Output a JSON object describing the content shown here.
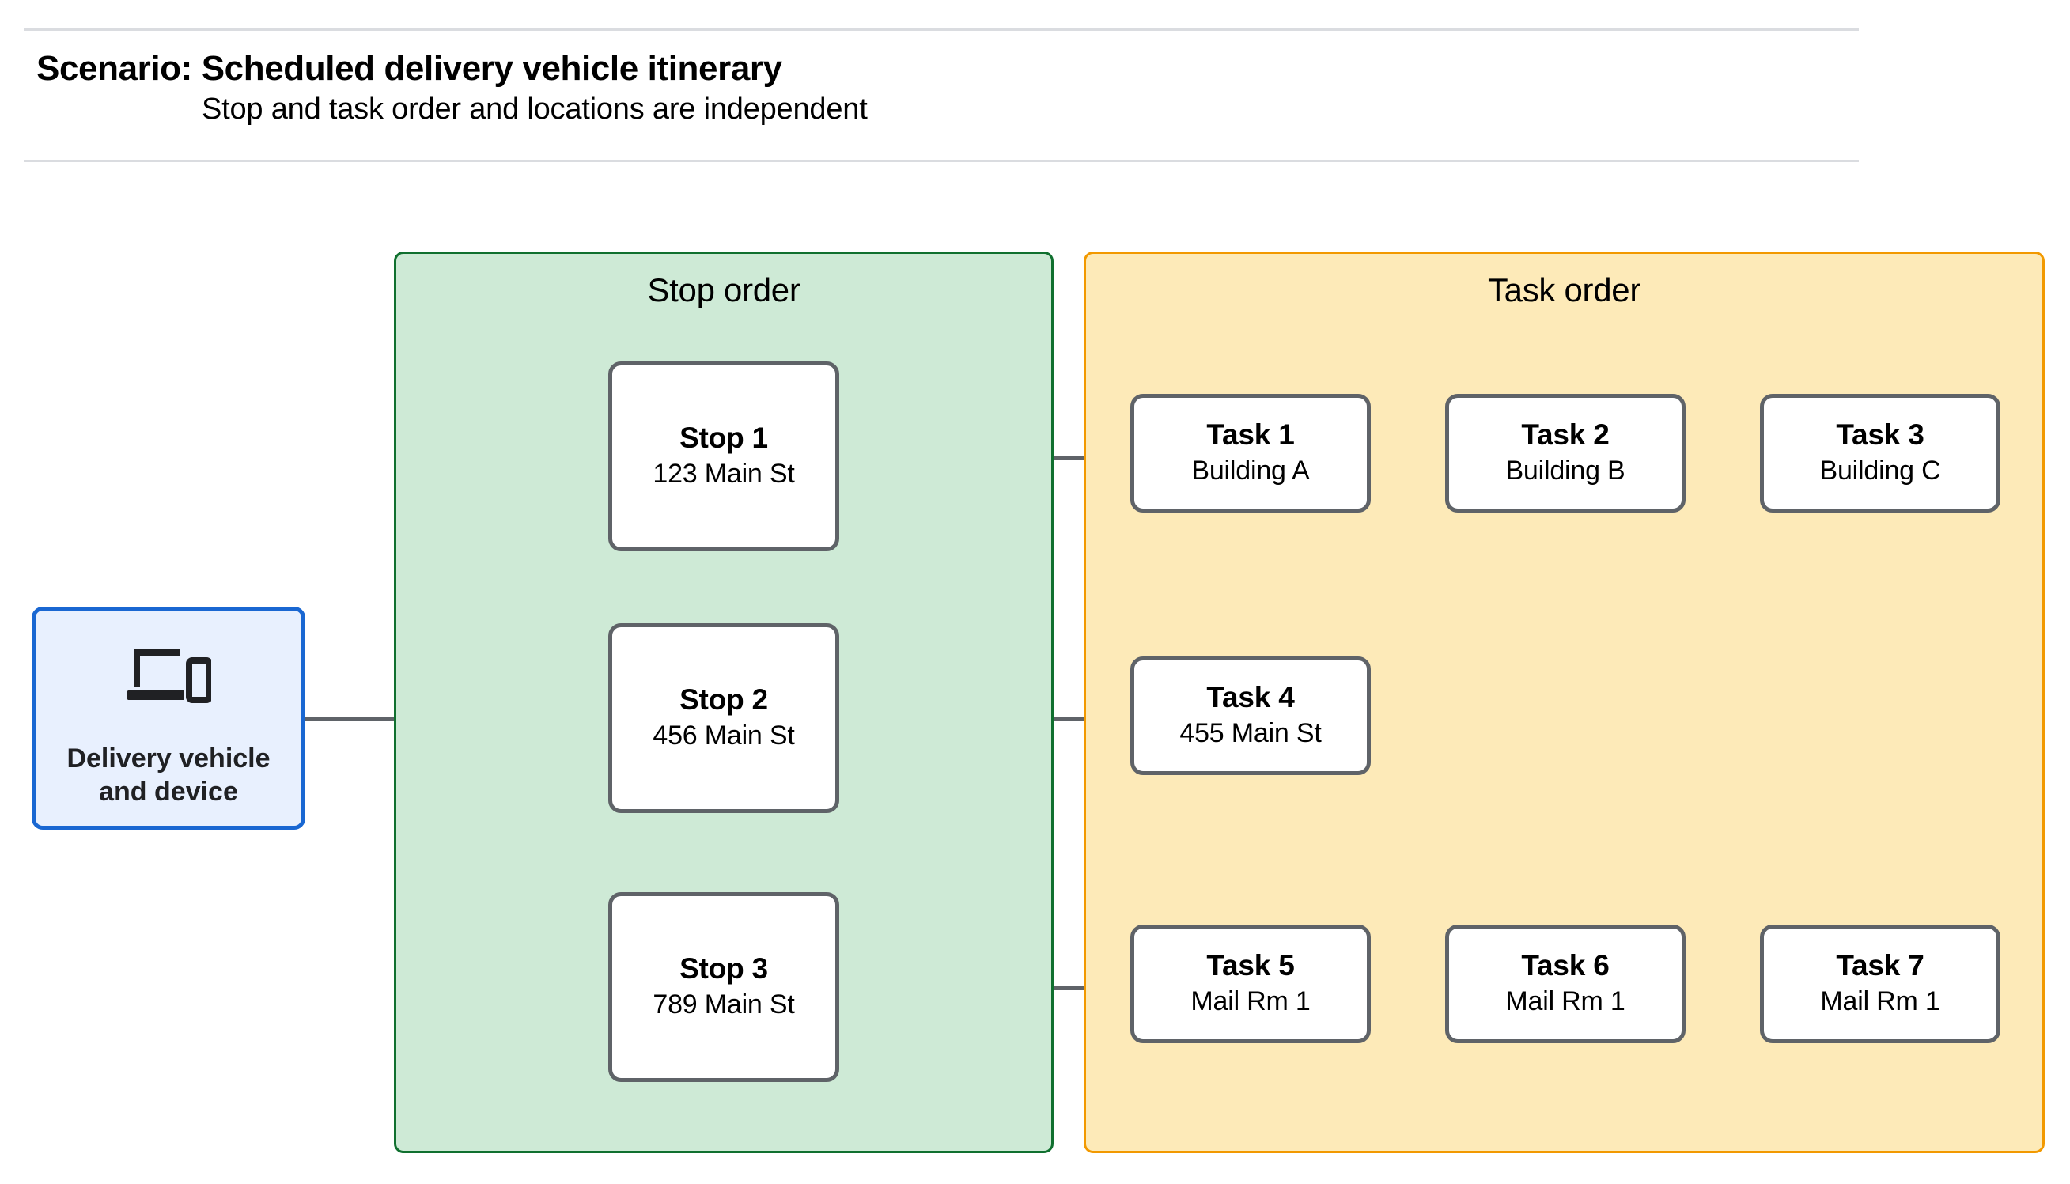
{
  "header": {
    "title": "Scenario: Scheduled delivery vehicle itinerary",
    "subtitle": "Stop and task order and locations are independent"
  },
  "device": {
    "icon": "devices-laptop-phone-icon",
    "label": "Delivery vehicle\nand device",
    "fill_color": "#e8f0fe",
    "border_color": "#1967d2"
  },
  "panels": {
    "stop_order": {
      "title": "Stop order",
      "fill_color": "#ceead6",
      "border_color": "#10702f"
    },
    "task_order": {
      "title": "Task order",
      "fill_color": "#fdeab8",
      "border_color": "#f29900"
    }
  },
  "stops": [
    {
      "title": "Stop 1",
      "address": "123 Main St"
    },
    {
      "title": "Stop 2",
      "address": "456 Main St"
    },
    {
      "title": "Stop 3",
      "address": "789 Main St"
    }
  ],
  "task_rows": [
    [
      {
        "title": "Task 1",
        "location": "Building A"
      },
      {
        "title": "Task 2",
        "location": "Building B"
      },
      {
        "title": "Task 3",
        "location": "Building C"
      }
    ],
    [
      {
        "title": "Task 4",
        "location": "455 Main St"
      }
    ],
    [
      {
        "title": "Task 5",
        "location": "Mail Rm 1"
      },
      {
        "title": "Task 6",
        "location": "Mail Rm 1"
      },
      {
        "title": "Task 7",
        "location": "Mail Rm 1"
      }
    ]
  ],
  "connector_color": "#5f6368"
}
